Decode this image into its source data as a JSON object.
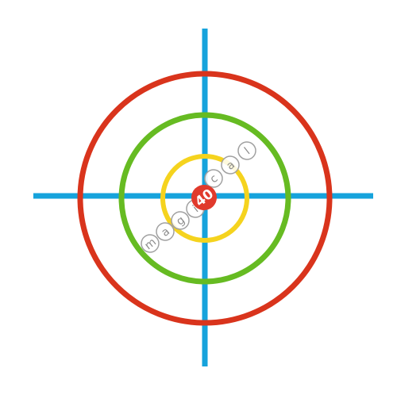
{
  "center_marker": {
    "label": "40",
    "color": "#e03a2c"
  },
  "word_tiles": {
    "letters": [
      "m",
      "a",
      "g",
      "i",
      "c",
      "a",
      "l"
    ],
    "border_color": "#a0a0a0",
    "text_color": "#8c8c8c"
  },
  "rings": {
    "outer_color": "#d9341c",
    "middle_color": "#66bb22",
    "inner_color": "#f5d31e"
  },
  "crosshair": {
    "color": "#16a3dc"
  }
}
